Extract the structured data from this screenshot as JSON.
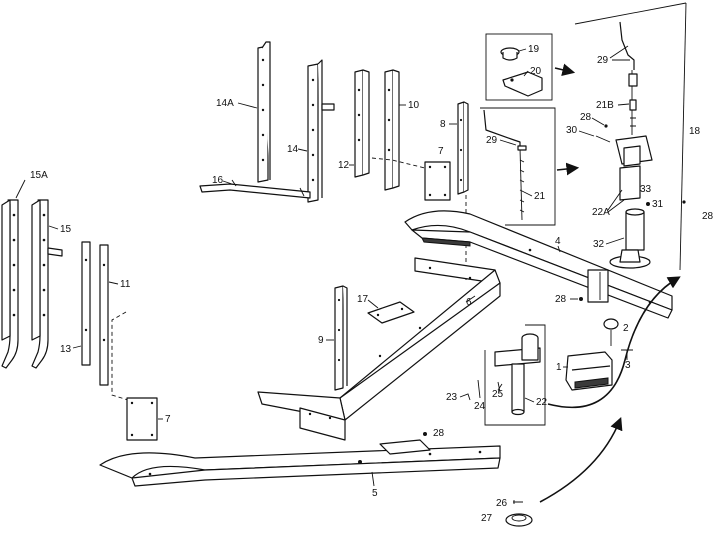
{
  "callouts": {
    "c1": "1",
    "c2": "2",
    "c3": "3",
    "c4": "4",
    "c5": "5",
    "c6": "6",
    "c7a": "7",
    "c7b": "7",
    "c8": "8",
    "c9": "9",
    "c10": "10",
    "c11": "11",
    "c12": "12",
    "c13": "13",
    "c14": "14",
    "c14a": "14A",
    "c15": "15",
    "c15a": "15A",
    "c16": "16",
    "c17": "17",
    "c18": "18",
    "c19": "19",
    "c20": "20",
    "c21": "21",
    "c21b": "21B",
    "c22": "22",
    "c22a": "22A",
    "c23": "23",
    "c24": "24",
    "c25": "25",
    "c26": "26",
    "c27": "27",
    "c28a": "28",
    "c28b": "28",
    "c28c": "28",
    "c28d": "28",
    "c29a": "29",
    "c29b": "29",
    "c30": "30",
    "c31": "31",
    "c32": "32",
    "c33": "33"
  }
}
